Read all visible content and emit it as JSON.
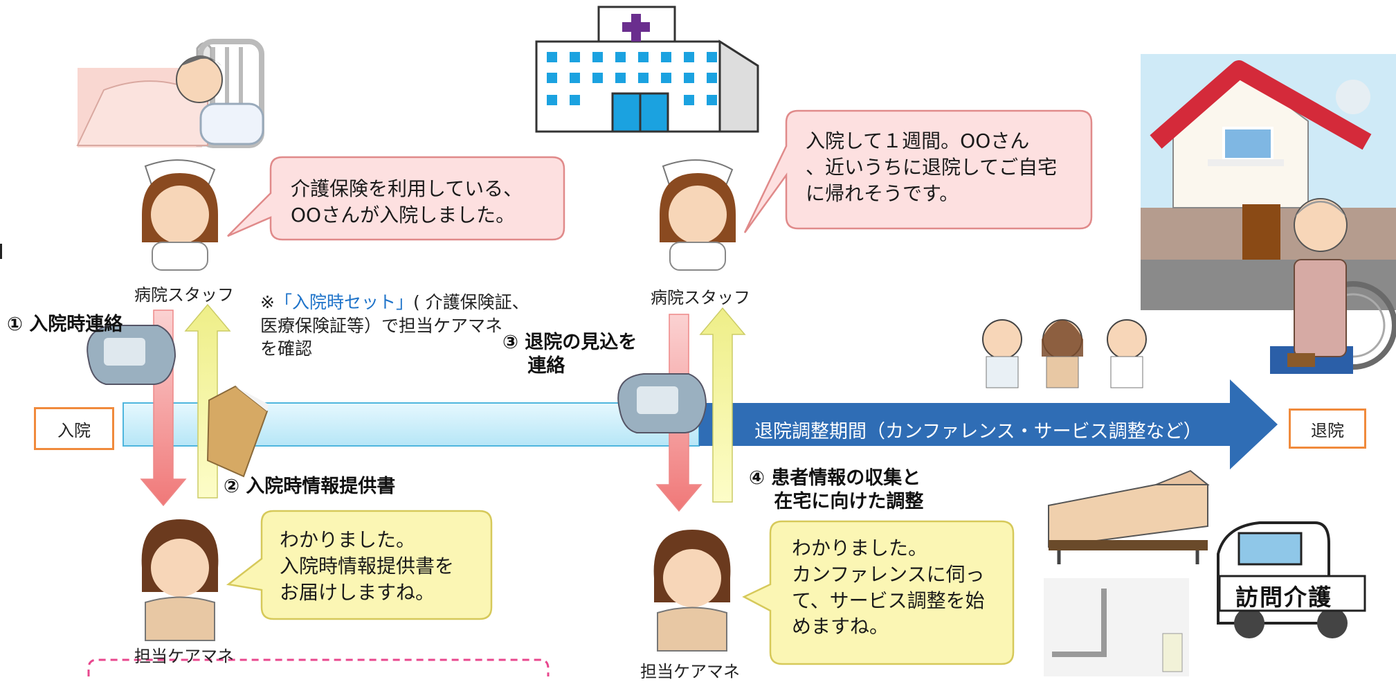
{
  "timeline": {
    "start_label": "入院",
    "end_label": "退院",
    "arrow_label": "退院調整期間（カンファレンス・サービス調整など）"
  },
  "steps": {
    "s1": "① 入院時連絡",
    "s2": "② 入院時情報提供書",
    "s3": "③ 退院の見込を\n　 連絡",
    "s4": "④ 患者情報の収集と\n　 在宅に向けた調整"
  },
  "roles": {
    "hospital_staff_1": "病院スタッフ",
    "hospital_staff_2": "病院スタッフ",
    "care_manager_1": "担当ケアマネ",
    "care_manager_2": "担当ケアマネ"
  },
  "bubbles": {
    "staff_1": "介護保険を利用している、\nOOさんが入院しました。",
    "staff_2": "入院して１週間。OOさん\n、近いうちに退院してご自宅\nに帰れそうです。",
    "cm_1": "わかりました。\n入院時情報提供書を\nお届けしますね。",
    "cm_2": "わかりました。\nカンファレンスに伺っ\nて、サービス調整を始\nめますね。"
  },
  "note": {
    "prefix": "※",
    "highlight": "「入院時セット」",
    "rest": "( 介護保険証、\n医療保険証等）で担当ケアマネ\nを確認"
  },
  "van_sign": "訪問介護",
  "colors": {
    "timeline_light": "#cdeefa",
    "timeline_dark": "#2f6db5",
    "arrow_down": "#f4a3a3",
    "arrow_up": "#f5f5a0",
    "bubble_pink": "#fde0e0",
    "bubble_pink_border": "#e08a8a",
    "bubble_yellow": "#fbf6b4",
    "bubble_yellow_border": "#d6c95a",
    "box_border": "#f08a3c",
    "hospital_cross": "#6a2e8e",
    "window_blue": "#1ba2e0"
  }
}
